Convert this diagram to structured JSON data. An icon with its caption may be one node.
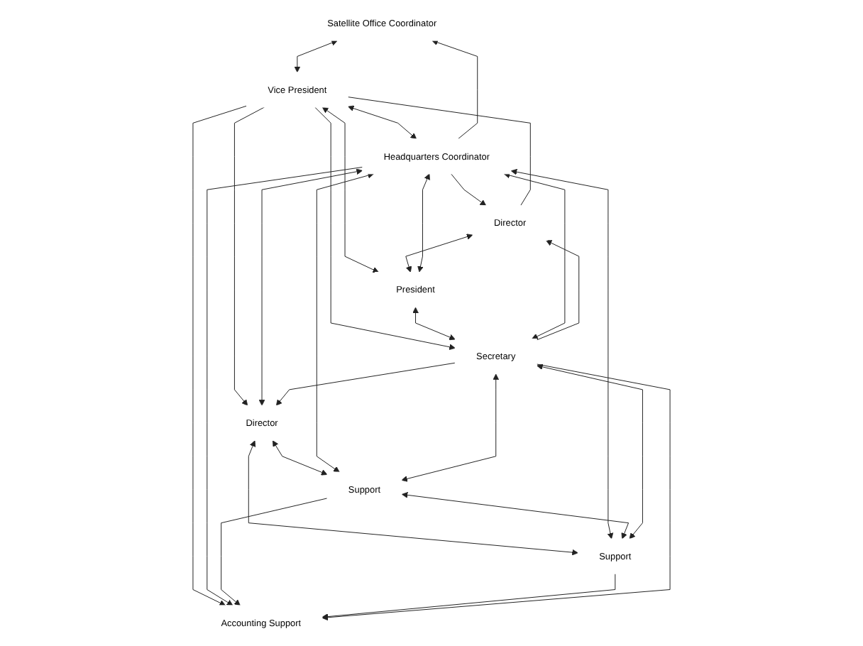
{
  "diagram": {
    "nodes": [
      {
        "text": [
          "Satellite Office Coordinator"
        ]
      },
      {
        "text": [
          "Vice President"
        ]
      },
      {
        "text": [
          "Headquarters Coordinator"
        ]
      },
      {
        "text": [
          "Director"
        ]
      },
      {
        "text": [
          "Director"
        ]
      },
      {
        "text": [
          "Support"
        ]
      },
      {
        "text": [
          "Support"
        ]
      },
      {
        "text": [
          "Secretary"
        ]
      },
      {
        "text": [
          "President"
        ]
      },
      {
        "text": [
          "Accounting Support"
        ]
      }
    ],
    "edges": [
      {
        "from": 0,
        "to": 1,
        "arrow": "both"
      },
      {
        "from": 2,
        "to": 0,
        "arrow": "to"
      },
      {
        "from": 1,
        "to": 3,
        "arrow": "to"
      },
      {
        "from": 1,
        "to": 2,
        "arrow": "both"
      },
      {
        "from": 4,
        "to": 1,
        "arrow": "none"
      },
      {
        "from": 1,
        "to": 8,
        "arrow": "both"
      },
      {
        "from": 1,
        "to": 7,
        "arrow": "to"
      },
      {
        "from": 1,
        "to": 9,
        "arrow": "to"
      },
      {
        "from": 4,
        "to": 8,
        "arrow": "both"
      },
      {
        "from": 7,
        "to": 4,
        "arrow": "to"
      },
      {
        "from": 2,
        "to": 4,
        "arrow": "to"
      },
      {
        "from": 8,
        "to": 2,
        "arrow": "both"
      },
      {
        "from": 8,
        "to": 7,
        "arrow": "both"
      },
      {
        "from": 2,
        "to": 3,
        "arrow": "both"
      },
      {
        "from": 3,
        "to": 5,
        "arrow": "both"
      },
      {
        "from": 3,
        "to": 6,
        "arrow": "both"
      },
      {
        "from": 7,
        "to": 3,
        "arrow": "to"
      },
      {
        "from": 2,
        "to": 5,
        "arrow": "both"
      },
      {
        "from": 2,
        "to": 6,
        "arrow": "both"
      },
      {
        "from": 2,
        "to": 7,
        "arrow": "both"
      },
      {
        "from": 2,
        "to": 9,
        "arrow": "to"
      },
      {
        "from": 5,
        "to": 6,
        "arrow": "both"
      },
      {
        "from": 7,
        "to": 5,
        "arrow": "both"
      },
      {
        "from": 7,
        "to": 6,
        "arrow": "both"
      },
      {
        "from": 5,
        "to": 9,
        "arrow": "to"
      },
      {
        "from": 6,
        "to": 9,
        "arrow": "to"
      },
      {
        "from": 7,
        "to": 9,
        "arrow": "to"
      }
    ]
  }
}
